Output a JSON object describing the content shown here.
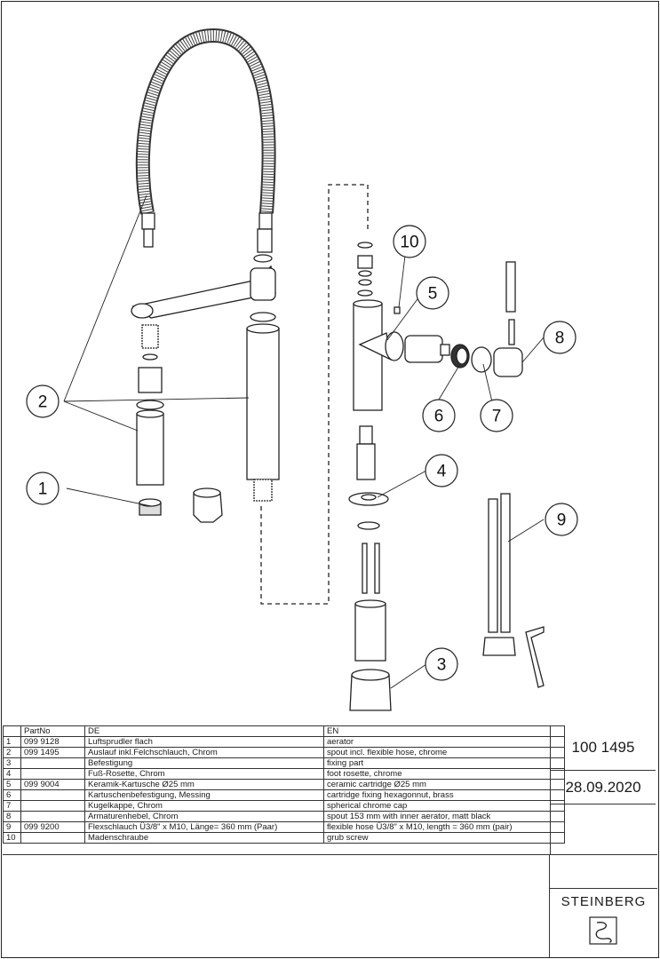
{
  "callouts": [
    "1",
    "2",
    "3",
    "4",
    "5",
    "6",
    "7",
    "8",
    "9",
    "10"
  ],
  "table": {
    "headers": [
      "",
      "PartNo",
      "DE",
      "EN"
    ],
    "rows": [
      [
        "1",
        "099 9128",
        "Luftsprudler flach",
        "aerator"
      ],
      [
        "2",
        "099 1495",
        "Auslauf inkl.Felchschlauch, Chrom",
        "spout incl. flexible hose, chrome"
      ],
      [
        "3",
        "",
        "Befestigung",
        "fixing part"
      ],
      [
        "4",
        "",
        "Fuß-Rosette, Chrom",
        "foot rosette, chrome"
      ],
      [
        "5",
        "099 9004",
        "Keramik-Kartusche Ø25 mm",
        "ceramic cartridge Ø25 mm"
      ],
      [
        "6",
        "",
        "Kartuschenbefestigung, Messing",
        "cartridge fixing hexagonnut, brass"
      ],
      [
        "7",
        "",
        "Kugelkappe, Chrom",
        "spherical chrome cap"
      ],
      [
        "8",
        "",
        "Armaturenhebel, Chrom",
        "spout 153 mm with inner aerator, matt black"
      ],
      [
        "9",
        "099 9200",
        "Flexschlauch Ü3/8\" x M10, Länge= 360 mm (Paar)",
        "flexible hose Ü3/8\" x M10, length =  360 mm (pair)"
      ],
      [
        "10",
        "",
        "Madenschraube",
        "grub screw"
      ]
    ]
  },
  "article_number": "100 1495",
  "date": "28.09.2020",
  "brand": "STEINBERG"
}
